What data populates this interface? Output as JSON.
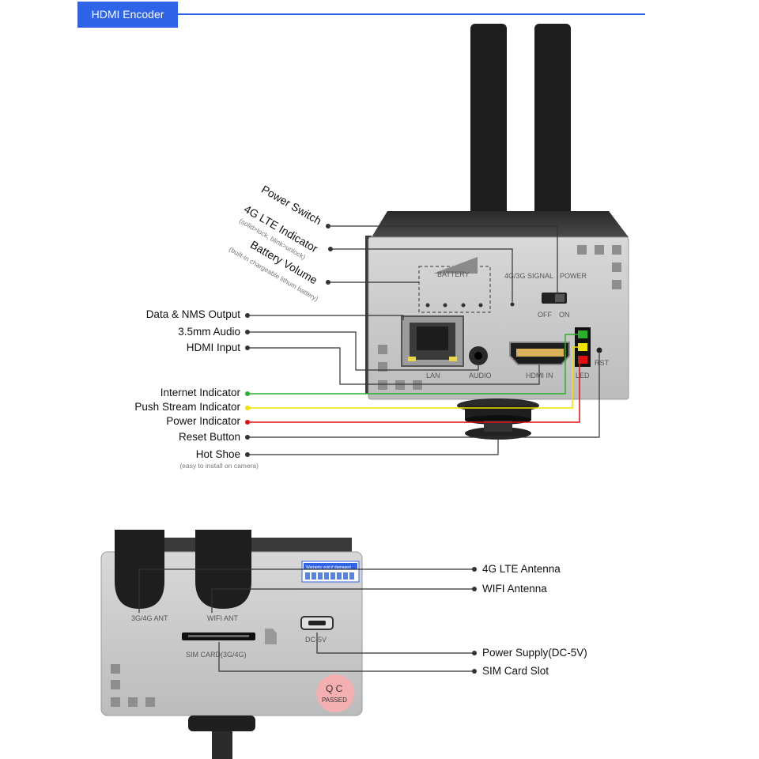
{
  "header": {
    "title": "HDMI Encoder"
  },
  "top_labels": {
    "power_switch": "Power Switch",
    "lte_indicator": "4G LTE Indicator",
    "lte_indicator_note": "(solid>lock, blink>unlock)",
    "battery_volume": "Battery Volume",
    "battery_volume_note": "(built-in chargeable lithum battery)",
    "data_nms": "Data & NMS Output",
    "audio": "3.5mm Audio",
    "hdmi_input": "HDMI Input",
    "internet_indicator": "Internet Indicator",
    "push_stream_indicator": "Push Stream Indicator",
    "power_indicator": "Power Indicator",
    "reset_button": "Reset Button",
    "hot_shoe": "Hot Shoe",
    "hot_shoe_note": "(easy to install on camera)"
  },
  "front_panel": {
    "battery": "BATTERY",
    "signal": "4G/3G SIGNAL",
    "power": "POWER",
    "off": "OFF",
    "on": "ON",
    "lan": "LAN",
    "audio": "AUDIO",
    "hdmi_in": "HDMI IN",
    "led": "LED",
    "rst": "RST"
  },
  "bottom_labels": {
    "lte_antenna": "4G LTE Antenna",
    "wifi_antenna": "WIFI Antenna",
    "power_supply": "Power Supply(DC-5V)",
    "sim_slot": "SIM Card Slot"
  },
  "back_panel": {
    "ant_3g4g": "3G/4G ANT",
    "wifi_ant": "WIFI ANT",
    "sim_card": "SIM CARD(3G/4G)",
    "dc5v": "DC-5V",
    "warranty": "Warranty void if damaged",
    "qc": "Q C",
    "passed": "PASSED"
  },
  "colors": {
    "accent": "#2f64e8",
    "green": "#2bb02b",
    "yellow": "#f2e200",
    "red": "#e01010",
    "line": "#333333"
  }
}
